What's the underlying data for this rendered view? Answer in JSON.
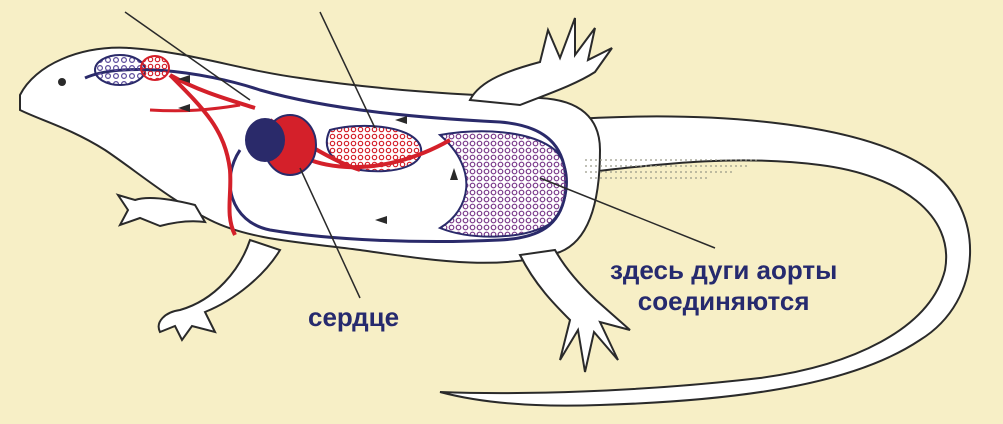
{
  "diagram": {
    "labels": {
      "heart": "сердце",
      "aorta_line1": "здесь дуги аорты",
      "aorta_line2": "соединяются"
    },
    "colors": {
      "background": "#f7efc6",
      "outline": "#2a2a2a",
      "arterial": "#d4202a",
      "venous": "#2a2a6a",
      "label_text": "#262a6e",
      "capillary_mixed": "#7a4a8a"
    },
    "icons": {
      "flow_arrows": "arrow-icon"
    }
  }
}
